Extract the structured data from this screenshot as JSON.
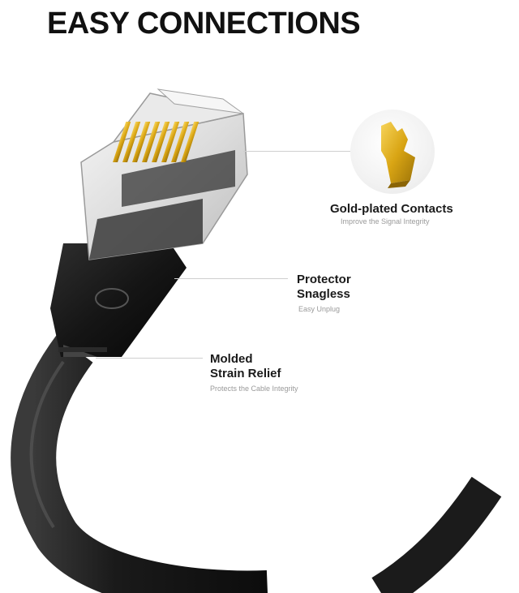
{
  "title": "EASY CONNECTIONS",
  "callouts": [
    {
      "id": "gold",
      "line1": "Gold-plated Contacts",
      "line2": "",
      "sub": "Improve the Signal Integrity"
    },
    {
      "id": "protector",
      "line1": "Protector",
      "line2": "Snagless",
      "sub": "Easy Unplug"
    },
    {
      "id": "molded",
      "line1": "Molded",
      "line2": "Strain Relief",
      "sub": "Protects the Cable Integrity"
    }
  ],
  "colors": {
    "gold": "#d9a514",
    "cable": "#1b1b1b",
    "text": "#1a1a1a",
    "subtext": "#9a9a9a"
  }
}
